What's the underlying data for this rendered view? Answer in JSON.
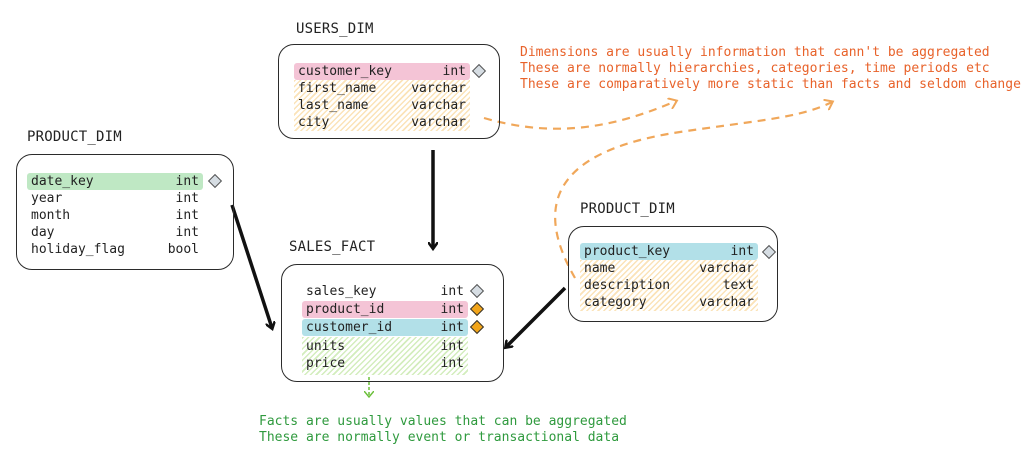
{
  "tables": {
    "users_dim": {
      "title": "USERS_DIM",
      "rows": [
        {
          "name": "customer_key",
          "type": "int"
        },
        {
          "name": "first_name",
          "type": "varchar"
        },
        {
          "name": "last_name",
          "type": "varchar"
        },
        {
          "name": "city",
          "type": "varchar"
        }
      ]
    },
    "date_dim": {
      "title": "PRODUCT_DIM",
      "rows": [
        {
          "name": "date_key",
          "type": "int"
        },
        {
          "name": "year",
          "type": "int"
        },
        {
          "name": "month",
          "type": "int"
        },
        {
          "name": "day",
          "type": "int"
        },
        {
          "name": "holiday_flag",
          "type": "bool"
        }
      ]
    },
    "sales_fact": {
      "title": "SALES_FACT",
      "rows": [
        {
          "name": "sales_key",
          "type": "int"
        },
        {
          "name": "product_id",
          "type": "int"
        },
        {
          "name": "customer_id",
          "type": "int"
        },
        {
          "name": "units",
          "type": "int"
        },
        {
          "name": "price",
          "type": "int"
        }
      ]
    },
    "product_dim": {
      "title": "PRODUCT_DIM",
      "rows": [
        {
          "name": "product_key",
          "type": "int"
        },
        {
          "name": "name",
          "type": "varchar"
        },
        {
          "name": "description",
          "type": "text"
        },
        {
          "name": "category",
          "type": "varchar"
        }
      ]
    }
  },
  "notes": {
    "dimensions": [
      "Dimensions are usually information that cann't be aggregated",
      "These are normally hierarchies, categories, time periods etc",
      "These are comparatively more static than facts and seldom change"
    ],
    "facts": [
      "Facts are usually values that can be aggregated",
      "These are normally event or transactional data"
    ]
  },
  "colors": {
    "dimension_note": "#e8622a",
    "fact_note": "#2f9a3e",
    "dashed_arrow": "#f0a75a",
    "key_pink": "#f4c4d6",
    "key_green": "#bfe8c4",
    "key_blue": "#b2e0e8",
    "foreign_key_diamond": "#f2a51a"
  }
}
